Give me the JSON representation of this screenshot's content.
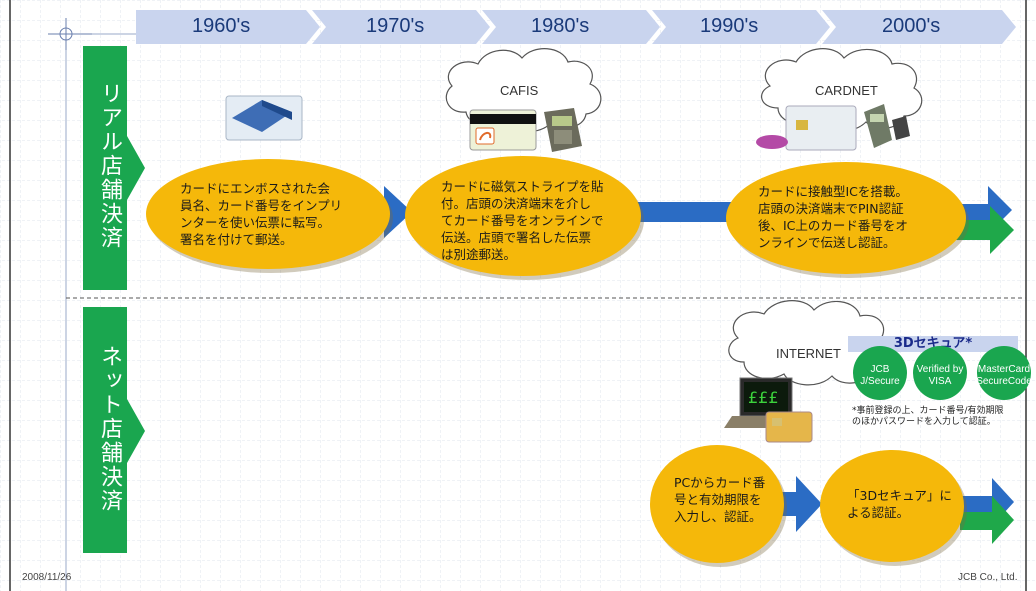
{
  "timeline": {
    "decades": [
      "1960's",
      "1970's",
      "1980's",
      "1990's",
      "2000's"
    ]
  },
  "sections": {
    "real": {
      "label": "リアル店舗決済"
    },
    "net": {
      "label": "ネット店舗決済"
    }
  },
  "clouds": {
    "cafis": "CAFIS",
    "cardnet": "CARDNET",
    "internet": "INTERNET"
  },
  "steps": {
    "emboss": "カードにエンボスされた会\n員名、カード番号をインプリ\nンターを使い伝票に転写。\n署名を付けて郵送。",
    "magnetic": "カードに磁気ストライプを貼\n付。店頭の決済端末を介し\nてカード番号をオンラインで\n伝送。店頭で署名した伝票\nは別途郵送。",
    "ic": "カードに接触型ICを搭載。\n店頭の決済端末でPIN認証\n後、IC上のカード番号をオ\nンラインで伝送し認証。",
    "pc_input": "PCからカード番\n号と有効期限を\n入力し、認証。",
    "secure_auth": "「3Dセキュア」に\nよる認証。"
  },
  "secure3d": {
    "title": "3Dセキュア*",
    "badges": [
      {
        "line1": "JCB",
        "line2": "J/Secure"
      },
      {
        "line1": "Verified by",
        "line2": "VISA"
      },
      {
        "line1": "MasterCard",
        "line2": "SecureCode"
      }
    ],
    "note": "*事前登録の上、カード番号/有効期限\nのほかパスワードを入力して認証。"
  },
  "footer": {
    "date": "2008/11/26",
    "company": "JCB Co., Ltd."
  },
  "colors": {
    "grid": "#d8dde8",
    "header_band": "#c9d4ee",
    "section_green": "#1aa64f",
    "ellipse": "#f5b80a",
    "arrow_blue": "#2b6cc4",
    "arrow_green": "#1fa84a"
  }
}
